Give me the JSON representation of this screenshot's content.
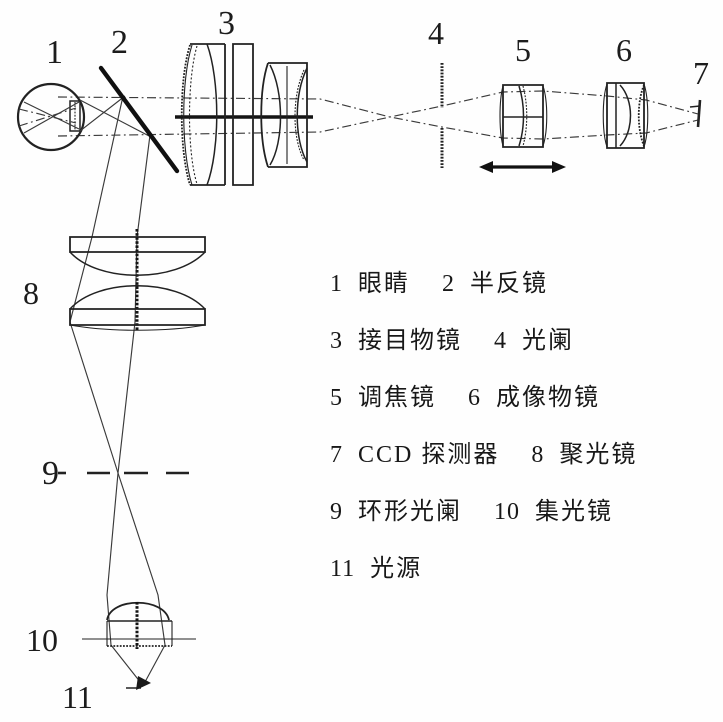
{
  "page": {
    "background": "#fefefe",
    "ink_color": "#1f1f1f",
    "description_type": "optical-system-schematic"
  },
  "diagram": {
    "labels": {
      "eye": "1",
      "half_mirror": "2",
      "eyepiece_objective": "3",
      "aperture": "4",
      "focusing_lens": "5",
      "imaging_objective": "6",
      "ccd_detector": "7",
      "condenser_lens": "8",
      "annular_aperture": "9",
      "collection_lens": "10",
      "light_source": "11"
    }
  },
  "legend": {
    "rows": [
      {
        "items": [
          {
            "num": "1",
            "label": "眼睛"
          },
          {
            "num": "2",
            "label": "半反镜"
          }
        ]
      },
      {
        "items": [
          {
            "num": "3",
            "label": "接目物镜"
          },
          {
            "num": "4",
            "label": "光阑"
          }
        ]
      },
      {
        "items": [
          {
            "num": "5",
            "label": "调焦镜"
          },
          {
            "num": "6",
            "label": "成像物镜"
          }
        ]
      },
      {
        "items": [
          {
            "num": "7",
            "label": "CCD 探测器"
          },
          {
            "num": "8",
            "label": "聚光镜"
          }
        ]
      },
      {
        "items": [
          {
            "num": "9",
            "label": "环形光阑"
          },
          {
            "num": "10",
            "label": "集光镜"
          }
        ]
      },
      {
        "items": [
          {
            "num": "11",
            "label": "光源"
          }
        ]
      }
    ]
  }
}
